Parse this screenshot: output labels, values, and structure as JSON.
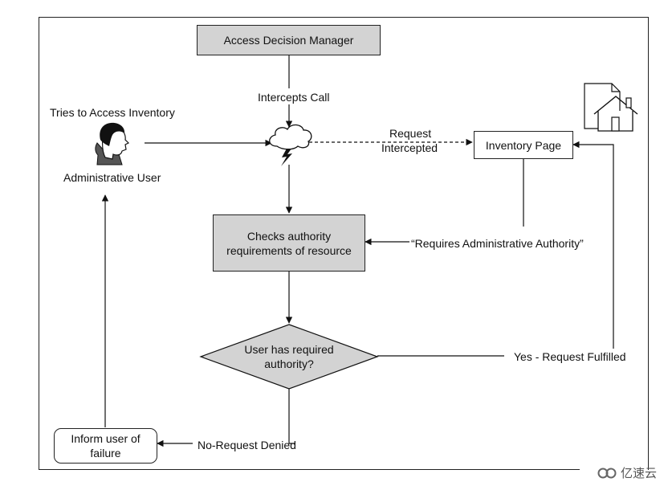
{
  "nodes": {
    "adm": "Access Decision Manager",
    "checks": "Checks authority requirements of resource",
    "inventory_page": "Inventory Page",
    "decision": "User has required authority?",
    "inform": "Inform user of failure"
  },
  "labels": {
    "intercepts_call": "Intercepts Call",
    "tries_to_access": "Tries to Access Inventory",
    "admin_user": "Administrative User",
    "request_intercepted_1": "Request",
    "request_intercepted_2": "Intercepted",
    "requires_admin": "“Requires Administrative Authority”",
    "yes_fulfilled": "Yes - Request Fulfilled",
    "no_denied": "No-Request Denied"
  },
  "watermark": "亿速云",
  "icons": [
    "user-head-icon",
    "cloud-lightning-icon",
    "home-page-icon",
    "watermark-logo-icon"
  ]
}
